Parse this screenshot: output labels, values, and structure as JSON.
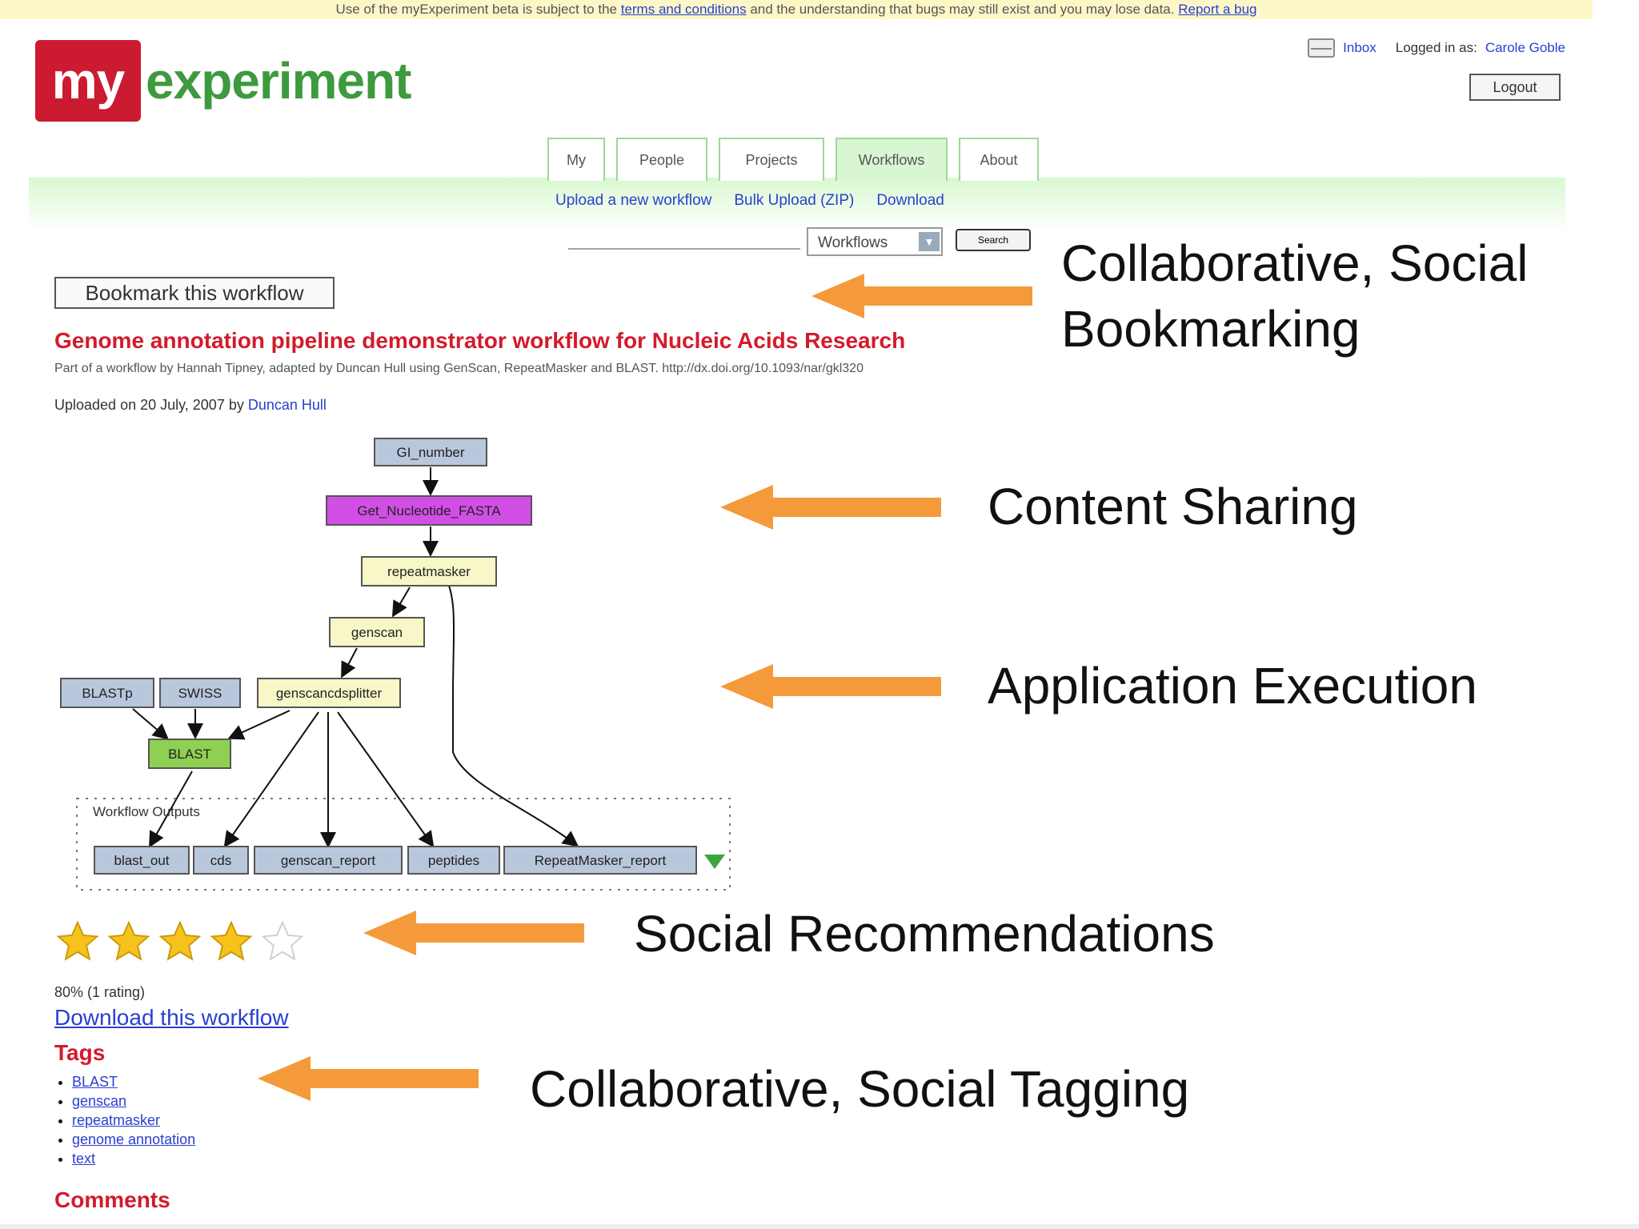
{
  "notice": {
    "prefix": "Use of the myExperiment beta is subject to the",
    "link": "terms and conditions",
    "suffix": "and the understanding that bugs may still exist and you may lose data.",
    "report": "Report a bug"
  },
  "logo": {
    "part1": "my",
    "part2": "experiment"
  },
  "user": {
    "inbox": "Inbox",
    "logged_in_label": "Logged in as:",
    "name": "Carole Goble",
    "logout": "Logout"
  },
  "tabs": [
    {
      "label": "My"
    },
    {
      "label": "People"
    },
    {
      "label": "Projects"
    },
    {
      "label": "Workflows",
      "active": true
    },
    {
      "label": "About"
    }
  ],
  "subnav": {
    "upload": "Upload a new workflow",
    "bulk": "Bulk Upload (ZIP)",
    "download": "Download"
  },
  "search": {
    "scope": "Workflows",
    "button": "Search",
    "value": ""
  },
  "bookmark_button": "Bookmark this workflow",
  "workflow": {
    "title": "Genome annotation pipeline demonstrator workflow for Nucleic Acids Research",
    "description": "Part of a workflow by Hannah Tipney, adapted by Duncan Hull using GenScan, RepeatMasker and BLAST. http://dx.doi.org/10.1093/nar/gkl320",
    "uploaded_prefix": "Uploaded on 20 July, 2007 by",
    "uploader": "Duncan Hull"
  },
  "diagram": {
    "nodes": {
      "gi": "GI_number",
      "get": "Get_Nucleotide_FASTA",
      "repeat": "repeatmasker",
      "genscan": "genscan",
      "blastp": "BLASTp",
      "swiss": "SWISS",
      "splitter": "genscancdsplitter",
      "blast": "BLAST",
      "out1": "blast_out",
      "out2": "cds",
      "out3": "genscan_report",
      "out4": "peptides",
      "out5": "RepeatMasker_report"
    },
    "outputs_label": "Workflow Outputs",
    "colors": {
      "input": "#b8c7dc",
      "purple": "#d24fe6",
      "processor": "#f7f7c7",
      "blast": "#8fcf52",
      "output": "#b8c7dc"
    }
  },
  "rating": {
    "stars_filled": 4,
    "stars_total": 5,
    "text": "80% (1 rating)"
  },
  "download_link": "Download this workflow",
  "tags_heading": "Tags",
  "tags": [
    "BLAST",
    "genscan",
    "repeatmasker",
    "genome annotation",
    "text"
  ],
  "comments_heading": "Comments",
  "callouts": {
    "bookmarking_line1": "Collaborative, Social",
    "bookmarking_line2": "Bookmarking",
    "content_sharing": "Content Sharing",
    "application_execution": "Application Execution",
    "recommendations": "Social Recommendations",
    "tagging": "Collaborative, Social Tagging"
  },
  "accent_colors": {
    "arrow": "#f59a3a",
    "title_red": "#d31a2c",
    "logo_green": "#3d9a3e",
    "link_blue": "#2a3fcf"
  }
}
